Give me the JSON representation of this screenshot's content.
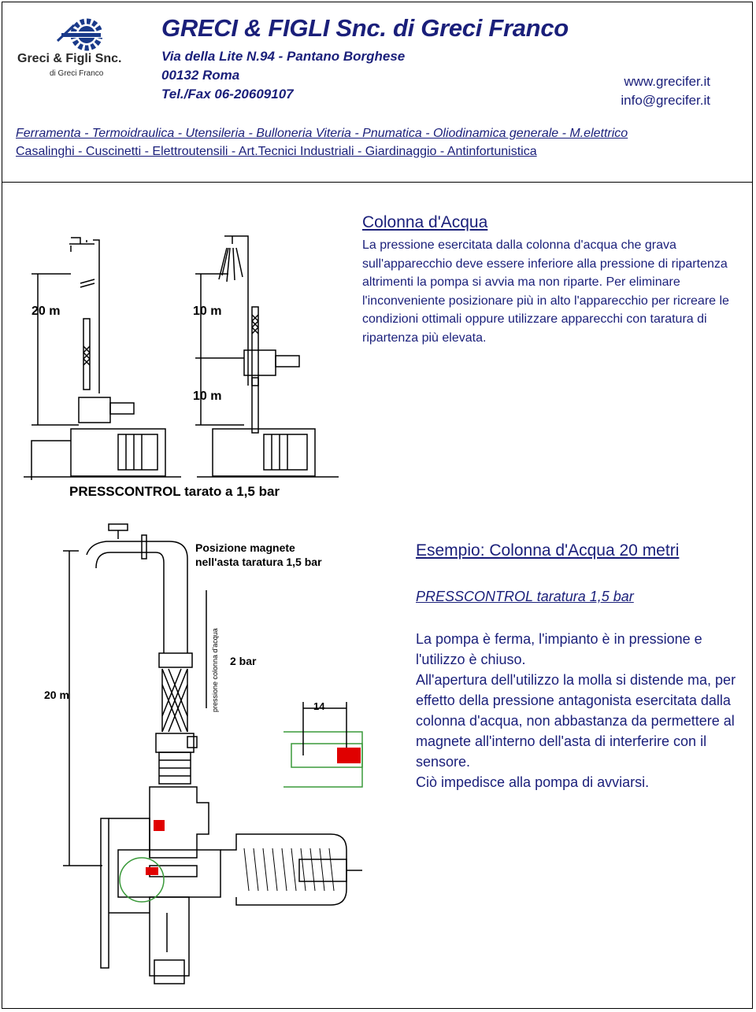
{
  "header": {
    "logo": {
      "brand": "Greci & Figli Snc.",
      "sub": "di Greci Franco"
    },
    "company_name": "GRECI & FIGLI Snc.  di Greci Franco",
    "address_line1": "Via della Lite N.94 - Pantano  Borghese",
    "address_line2": "00132 Roma",
    "phone": "Tel./Fax 06-20609107",
    "website": "www.grecifer.it",
    "email": "info@grecifer.it",
    "categories_line1": "Ferramenta - Termoidraulica - Utensileria - Bulloneria Viteria - Pnumatica - Oliodinamica generale - M.elettrico",
    "categories_line2": "Casalinghi - Cuscinetti -  Elettroutensili - Art.Tecnici Industriali - Giardinaggio - Antinfortunistica"
  },
  "section1": {
    "title": "Colonna d'Acqua",
    "paragraph": "La pressione esercitata dalla colonna d'acqua che grava sull'apparecchio deve essere inferiore alla pressione di ripartenza altrimenti la pompa si avvia ma non riparte. Per eliminare l'inconveniente posizionare più in alto l'apparecchio per ricreare le condizioni ottimali oppure utilizzare apparecchi con taratura di ripartenza più elevata.",
    "figure": {
      "label_20m": "20 m",
      "label_10m_top": "10 m",
      "label_10m_bottom": "10 m",
      "caption": "PRESSCONTROL tarato a 1,5 bar"
    }
  },
  "section2": {
    "title": "Esempio: Colonna d'Acqua 20 metri",
    "subtitle": "PRESSCONTROL taratura 1,5 bar",
    "paragraphs": [
      "La pompa è ferma, l'impianto è in pressione e l'utilizzo è chiuso.",
      "All'apertura dell'utilizzo la molla si distende ma, per effetto della pressione antagonista esercitata dalla colonna d'acqua, non abbastanza da permettere al magnete all'interno dell'asta di interferire con il sensore.",
      "Ciò impedisce alla pompa di avviarsi."
    ],
    "figure": {
      "magnet_label_1": "Posizione magnete",
      "magnet_label_2": "nell'asta taratura 1,5 bar",
      "label_20m": "20 m",
      "label_2bar": "2 bar",
      "label_column": "pressione colonna d'acqua",
      "label_14": "14"
    }
  },
  "colors": {
    "text_blue": "#1a1f7a",
    "magnet_red": "#e00000",
    "logo_blue": "#1a3a8a"
  }
}
